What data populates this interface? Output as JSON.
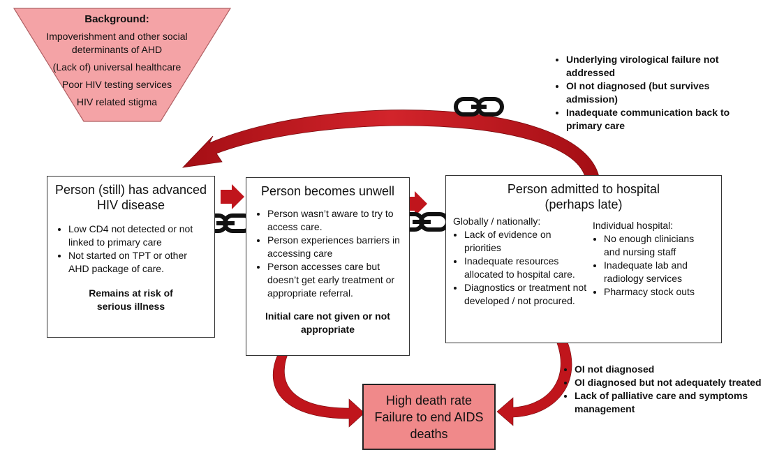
{
  "background": {
    "title": "Background:",
    "items": [
      "Impoverishment and other social determinants of AHD",
      "(Lack of) universal healthcare",
      "Poor HIV testing services",
      "HIV related stigma"
    ]
  },
  "advanced": {
    "title": "Person (still) has advanced HIV disease",
    "items": [
      "Low CD4 not detected or not linked to primary care",
      "Not started on TPT or other AHD package of care."
    ],
    "note": "Remains at risk of serious illness"
  },
  "unwell": {
    "title": "Person becomes unwell",
    "items": [
      "Person wasn’t aware to try to access care.",
      "Person experiences barriers in accessing care",
      "Person accesses care but doesn’t get early treatment or appropriate referral."
    ],
    "note": "Initial care not given or not appropriate"
  },
  "hospital": {
    "title": "Person admitted to hospital (perhaps late)",
    "global_heading": "Globally / nationally:",
    "global_items": [
      "Lack of evidence on priorities",
      "Inadequate resources allocated to hospital care.",
      "Diagnostics or treatment not developed / not procured."
    ],
    "hospital_heading": "Individual hospital:",
    "hospital_items": [
      "No enough clinicians and nursing staff",
      "Inadequate lab and radiology services",
      "Pharmacy stock outs"
    ]
  },
  "notes_top": [
    "Underlying virological failure not addressed",
    "OI not diagnosed (but survives admission)",
    "Inadequate communication back to primary care"
  ],
  "notes_bottom": [
    "OI not diagnosed",
    "OI diagnosed but not adequately treated",
    "Lack of palliative care and symptoms management"
  ],
  "outcome": {
    "line1": "High death rate",
    "line2": "Failure to end AIDS deaths"
  },
  "colors": {
    "arrow_red": "#c0151c",
    "funnel_fill": "#f4a3a6",
    "outcome_fill": "#f0898a",
    "chain": "#111111"
  }
}
